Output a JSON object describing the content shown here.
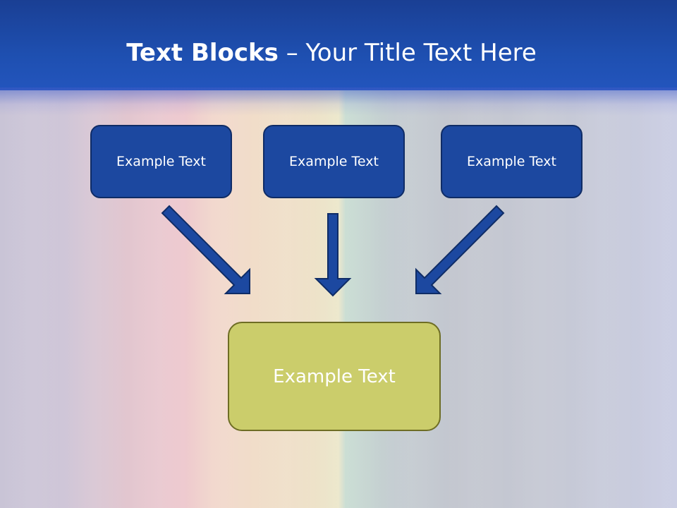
{
  "slide": {
    "title_bold": "Text Blocks",
    "title_dash": " – ",
    "title_rest": "Your Title Text Here"
  },
  "diagram": {
    "source_boxes": [
      {
        "label": "Example Text"
      },
      {
        "label": "Example Text"
      },
      {
        "label": "Example Text"
      }
    ],
    "target_box": {
      "label": "Example Text"
    }
  },
  "colors": {
    "header": "#1e4fb0",
    "box_fill": "#1c48a0",
    "box_border": "#0f2c66",
    "target_fill": "#cbcd6b",
    "target_border": "#6e6d24",
    "arrow_fill": "#1c48a0",
    "arrow_stroke": "#0f2c66"
  }
}
